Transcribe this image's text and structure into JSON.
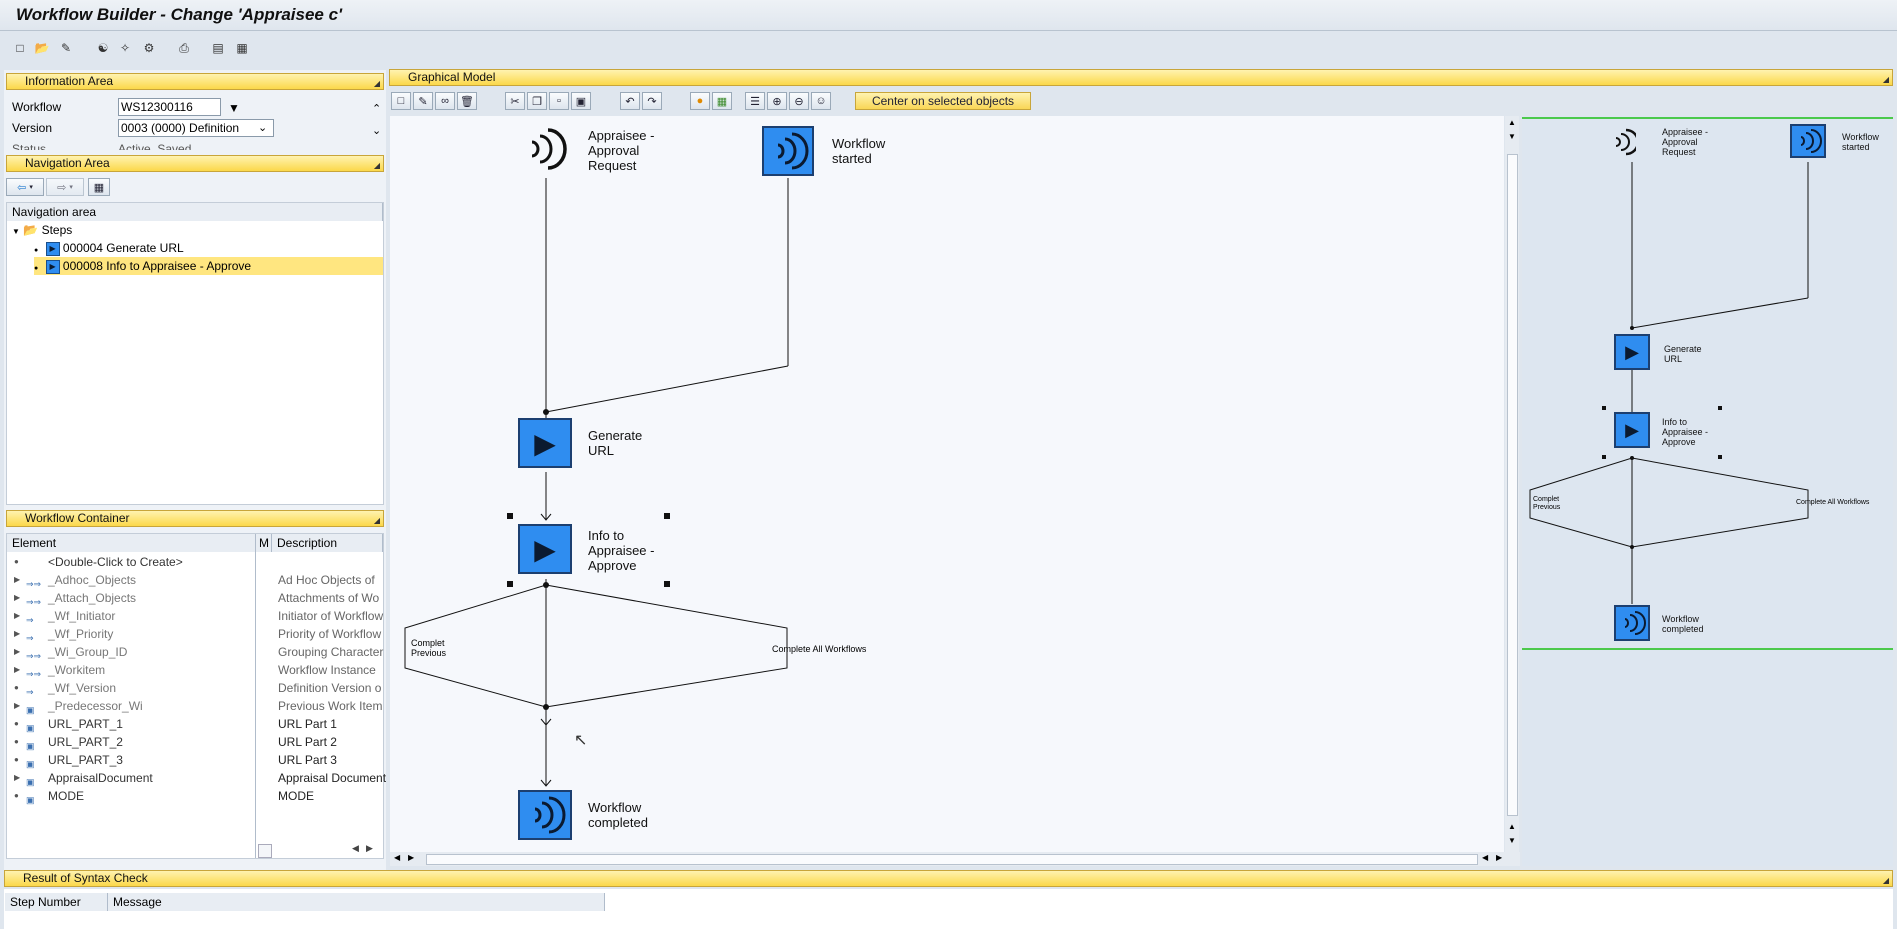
{
  "window": {
    "title": "Workflow Builder - Change 'Appraisee c'"
  },
  "toolbar": {
    "icons": [
      "new-icon",
      "open-icon",
      "edit-icon",
      "check-icon",
      "activate-icon",
      "test-icon",
      "print-icon",
      "layout-icon",
      "settings-icon"
    ]
  },
  "info_area": {
    "title": "Information Area",
    "workflow_label": "Workflow",
    "workflow_value": "WS12300116",
    "version_label": "Version",
    "version_value": "0003 (0000) Definition",
    "status_label": "Status",
    "status_value": "Active, Saved"
  },
  "nav_area": {
    "title": "Navigation Area",
    "column": "Navigation area",
    "steps_label": "Steps",
    "items": [
      {
        "label": "000004 Generate URL"
      },
      {
        "label": "000008 Info to Appraisee - Approve"
      }
    ]
  },
  "container": {
    "title": "Workflow Container",
    "col_element": "Element",
    "col_m": "M",
    "col_desc": "Description",
    "create": "<Double-Click to Create>",
    "rows": [
      {
        "element": "_Adhoc_Objects",
        "desc": "Ad Hoc Objects of"
      },
      {
        "element": "_Attach_Objects",
        "desc": "Attachments of Wo"
      },
      {
        "element": "_Wf_Initiator",
        "desc": "Initiator of Workflow"
      },
      {
        "element": "_Wf_Priority",
        "desc": "Priority of Workflow"
      },
      {
        "element": "_Wi_Group_ID",
        "desc": "Grouping Character"
      },
      {
        "element": "_Workitem",
        "desc": "Workflow Instance"
      },
      {
        "element": "_Wf_Version",
        "desc": "Definition Version o"
      },
      {
        "element": "_Predecessor_Wi",
        "desc": "Previous Work Item"
      },
      {
        "element": "URL_PART_1",
        "desc": "URL Part 1"
      },
      {
        "element": "URL_PART_2",
        "desc": "URL Part 2"
      },
      {
        "element": "URL_PART_3",
        "desc": "URL Part 3"
      },
      {
        "element": "AppraisalDocument",
        "desc": "Appraisal Document"
      },
      {
        "element": "MODE",
        "desc": "MODE"
      }
    ]
  },
  "graphical_model": {
    "title": "Graphical Model",
    "center_button": "Center on selected objects",
    "nodes": {
      "event_approval": "Appraisee - Approval Request",
      "event_started": "Workflow started",
      "step_generate": "Generate URL",
      "step_info": "Info to Appraisee - Approve",
      "branch_left": "Complet Previous",
      "branch_right": "Complete All Workflows",
      "event_completed": "Workflow completed"
    },
    "node_lines": {
      "event_approval": [
        "Appraisee -",
        "Approval",
        "Request"
      ],
      "event_started": [
        "Workflow",
        "started"
      ],
      "step_generate": [
        "Generate",
        "URL"
      ],
      "step_info": [
        "Info to",
        "Appraisee -",
        "Approve"
      ],
      "branch_left": [
        "Complet",
        "Previous"
      ],
      "event_completed": [
        "Workflow",
        "completed"
      ]
    }
  },
  "syntax": {
    "title": "Result of Syntax Check",
    "col_step": "Step Number",
    "col_message": "Message"
  },
  "colors": {
    "accent_yellow": "#fbd84a",
    "node_blue": "#2f8df0",
    "pane_bg": "#eef2f7",
    "overview_bg": "#dde6f0"
  }
}
